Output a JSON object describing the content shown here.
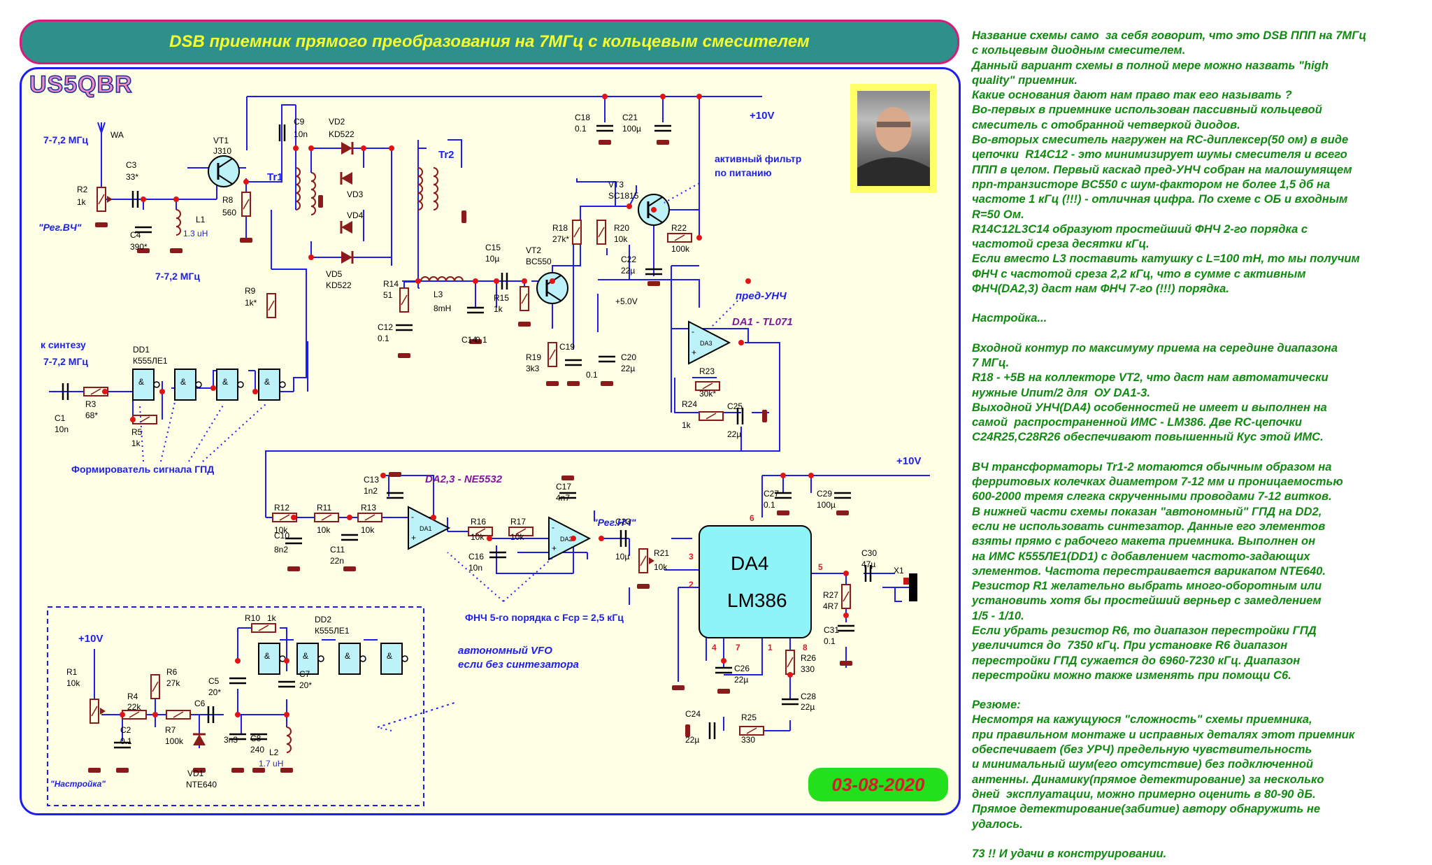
{
  "title": "DSB приемник прямого преобразования на 7МГц с кольцевым смесителем",
  "logo": "US5QBR",
  "date": "03-08-2020",
  "colors": {
    "title_bg": "#2f8f8a",
    "title_text": "#f6ff2c",
    "panel_border": "#1d1df0",
    "panel_bg": "#ffffe6",
    "description": "#118a11",
    "date_bg": "#22e01c",
    "date_text": "#d81b2a",
    "wire": "#1d1df0",
    "component": "#8b1a1a",
    "node": "#e01414",
    "label_blue": "#1d1df0",
    "label_purple": "#7a1a9a"
  },
  "schematic": {
    "labels": {
      "freq_in": "7-7,2 МГц",
      "wa": "WA",
      "reg_vch": "\"Рег.ВЧ\"",
      "freq_mid": "7-7,2 МГц",
      "to_synth": "к синтезу",
      "synth_freq": "7-7,2 МГц",
      "plus10v_top": "+10V",
      "plus10v_mid": "+10V",
      "plus10v_vfo": "+10V",
      "plus5v": "+5.0V",
      "active_filter": "активный фильтр",
      "active_filter2": "по питанию",
      "pre_unch": "пред-УНЧ",
      "da1": "DA1 - TL071",
      "da23": "DA2,3 - NE5532",
      "reg_nch": "\"Рег.НЧ\"",
      "gpd_former": "Формирователь сигнала ГПД",
      "fnch": "ФНЧ 5-го порядка с Fср = 2,5 кГц",
      "vfo1": "автономный VFO",
      "vfo2": "если без синтезатора",
      "tuning": "\"Настройка\"",
      "da4": "DA4",
      "lm386": "LM386",
      "tr1": "Tr1",
      "tr2": "Tr2",
      "da3_chip": "DA3",
      "da1_chip": "DA1",
      "da2_chip": "DA2",
      "x1": "X1"
    },
    "components": [
      {
        "ref": "VT1",
        "value": "J310"
      },
      {
        "ref": "C9",
        "value": "10n"
      },
      {
        "ref": "VD2",
        "value": "KD522"
      },
      {
        "ref": "VD3",
        "value": ""
      },
      {
        "ref": "VD4",
        "value": ""
      },
      {
        "ref": "VD5",
        "value": "KD522"
      },
      {
        "ref": "C3",
        "value": "33*"
      },
      {
        "ref": "R2",
        "value": "1k"
      },
      {
        "ref": "C4",
        "value": "390*"
      },
      {
        "ref": "L1",
        "value": "1.3 uH"
      },
      {
        "ref": "R8",
        "value": "560"
      },
      {
        "ref": "R9",
        "value": "1k*"
      },
      {
        "ref": "C18",
        "value": "0.1"
      },
      {
        "ref": "C21",
        "value": "100µ"
      },
      {
        "ref": "VT3",
        "value": "SC1815"
      },
      {
        "ref": "R18",
        "value": "27k*"
      },
      {
        "ref": "R20",
        "value": "10k"
      },
      {
        "ref": "R22",
        "value": "100k"
      },
      {
        "ref": "C22",
        "value": "22µ"
      },
      {
        "ref": "C15",
        "value": "10µ"
      },
      {
        "ref": "VT2",
        "value": "BC550"
      },
      {
        "ref": "R14",
        "value": "51"
      },
      {
        "ref": "L3",
        "value": "8mH"
      },
      {
        "ref": "R15",
        "value": "1k"
      },
      {
        "ref": "C12",
        "value": "0.1"
      },
      {
        "ref": "C14",
        "value": "0.1"
      },
      {
        "ref": "R19",
        "value": "3k3"
      },
      {
        "ref": "C19",
        "value": "0.1"
      },
      {
        "ref": "C20",
        "value": "22µ"
      },
      {
        "ref": "R23",
        "value": "30k*"
      },
      {
        "ref": "R24",
        "value": "1k"
      },
      {
        "ref": "C25",
        "value": "22µ"
      },
      {
        "ref": "DD1",
        "value": "К555ЛЕ1"
      },
      {
        "ref": "C1",
        "value": "10n"
      },
      {
        "ref": "R3",
        "value": "68*"
      },
      {
        "ref": "R5",
        "value": "1k"
      },
      {
        "ref": "C13",
        "value": "1n2"
      },
      {
        "ref": "C17",
        "value": "4n7"
      },
      {
        "ref": "R12",
        "value": "10k"
      },
      {
        "ref": "R11",
        "value": "10k"
      },
      {
        "ref": "R13",
        "value": "10k"
      },
      {
        "ref": "C10",
        "value": "8n2"
      },
      {
        "ref": "C11",
        "value": "22n"
      },
      {
        "ref": "R16",
        "value": "10k"
      },
      {
        "ref": "R17",
        "value": "10k"
      },
      {
        "ref": "C16",
        "value": "10n"
      },
      {
        "ref": "C23",
        "value": "10µ"
      },
      {
        "ref": "R21",
        "value": "10k"
      },
      {
        "ref": "C27",
        "value": "0.1"
      },
      {
        "ref": "C29",
        "value": "100µ"
      },
      {
        "ref": "C30",
        "value": "47µ"
      },
      {
        "ref": "R27",
        "value": "4R7"
      },
      {
        "ref": "C31",
        "value": "0.1"
      },
      {
        "ref": "C26",
        "value": "22µ"
      },
      {
        "ref": "R26",
        "value": "330"
      },
      {
        "ref": "C28",
        "value": "22µ"
      },
      {
        "ref": "C24",
        "value": "22µ"
      },
      {
        "ref": "R25",
        "value": "330"
      },
      {
        "ref": "R10",
        "value": "1k"
      },
      {
        "ref": "DD2",
        "value": "К555ЛЕ1"
      },
      {
        "ref": "R1",
        "value": "10k"
      },
      {
        "ref": "R4",
        "value": "22k"
      },
      {
        "ref": "R6",
        "value": "27k"
      },
      {
        "ref": "C5",
        "value": "20*"
      },
      {
        "ref": "C7",
        "value": "20*"
      },
      {
        "ref": "C2",
        "value": "0.1"
      },
      {
        "ref": "R7",
        "value": "100k"
      },
      {
        "ref": "C6",
        "value": "3n3"
      },
      {
        "ref": "C8",
        "value": "240"
      },
      {
        "ref": "L2",
        "value": "1.7 uH"
      },
      {
        "ref": "VD1",
        "value": "NTE640"
      }
    ],
    "da4_pins": [
      "3",
      "2",
      "4",
      "7",
      "1",
      "8",
      "6",
      "5"
    ]
  },
  "description": [
    "Название схемы само  за себя говорит, что это DSB ППП на 7МГц\nс кольцевым диодным смесителем.\nДанный вариант схемы в полной мере можно назвать \"high\nquality\" приемник.\nКакие основания дают нам право так его называть ?\nВо-первых в приемнике использован пассивный кольцевой\nсмеситель с отобранной четверкой диодов.\nВо-вторых смеситель нагружен на RC-диплексер(50 ом) в виде\nцепочки  R14C12 - это минимизирует шумы смесителя и всего\nППП в целом. Первый каскад пред-УНЧ собран на малошумящем\nnpn-транзисторе BC550 с шум-фактором не более 1,5 дб на\nчастоте 1 кГц (!!!) - отличная цифра. По схеме с ОБ и входным\nR=50 Ом.\nR14C12L3C14 образуют простейший ФНЧ 2-го порядка с\nчастотой среза десятки кГц.\nЕсли вместо L3 поставить катушку с L=100 mH, то мы получим\nФНЧ с частотой среза 2,2 кГц, что в сумме с активным\nФНЧ(DA2,3) даст нам ФНЧ 7-го (!!!) порядка.",
    "Настройка...",
    "Входной контур по максимуму приема на середине диапазона\n7 МГц.\nR18 - +5В на коллекторе VT2, что даст нам автоматически\nнужные Uпит/2 для  ОУ DA1-3.\nВыходной УНЧ(DA4) особенностей не имеет и выполнен на\nсамой  распространенной ИМС - LM386. Две RC-цепочки\nC24R25,C28R26 обеспечивают повышенный Кус этой ИМС.",
    "ВЧ трансформаторы Tr1-2 мотаются обычным образом на\nферритовых колечках диаметром 7-12 мм и проницаемостью\n600-2000 тремя слегка скрученными проводами 7-12 витков.\nВ нижней части схемы показан \"автономный\" ГПД на DD2,\nесли не использовать синтезатор. Данные его элементов\nвзяты прямо с рабочего макета приемника. Выполнен он\nна ИМС К555ЛЕ1(DD1) с добавлением частото-задающих\nэлементов. Частота перестраивается варикапом NTE640.\nРезистор R1 желательно выбрать много-оборотным или\nустановить хотя бы простейший верньер с замедлением\n1/5 - 1/10.\nЕсли убрать резистор R6, то диапазон перестройки ГПД\nувеличится до  7350 кГц. При установке R6 диапазон\nперестройки ГПД сужается до 6960-7230 кГц. Диапазон\nперестройки можно также изменять при помощи C6.",
    "Резюме:\nНесмотря на кажущуюся \"сложность\" схемы приемника,\nпри правильном монтаже и исправных деталях этот приемник\nобеспечивает (без УРЧ) предельную чувствительность\nи минимальный шум(его отсутствие) без подключенной\nантенны. Динамику(прямое детектирование) за несколько\nдней  эксплуатации, можно примерно оценить в 80-90 дБ.\nПрямое детектирование(забитие) автору обнаружить не\nудалось.",
    "73 !! И удачи в конструировании."
  ]
}
